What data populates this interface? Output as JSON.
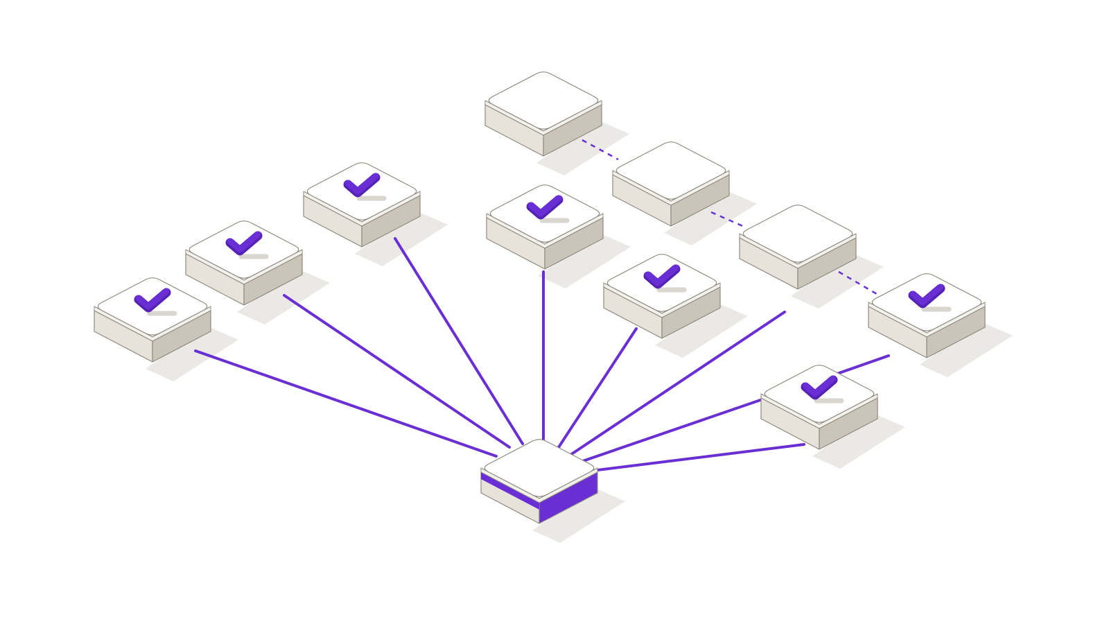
{
  "colors": {
    "background": "#ffffff",
    "accent": "#6a2fd4",
    "accent_dark": "#5422b5",
    "tile_top": "#ffffff",
    "tile_lip": "#f3f1ec",
    "tile_side_light": "#e7e3da",
    "tile_side_dark": "#cbc5b9",
    "tile_outline": "#8f8a80",
    "shadow": "#e9e7e3"
  },
  "hub": {
    "name": "hub-node",
    "accent_base": true
  },
  "nodes": [
    {
      "id": "node-left-1",
      "checked": true,
      "link": "solid"
    },
    {
      "id": "node-left-2",
      "checked": true,
      "link": "solid"
    },
    {
      "id": "node-left-3",
      "checked": true,
      "link": "solid"
    },
    {
      "id": "node-center",
      "checked": true,
      "link": "solid"
    },
    {
      "id": "node-center-right",
      "checked": true,
      "link": "solid"
    },
    {
      "id": "node-lower-right",
      "checked": true,
      "link": "solid"
    },
    {
      "id": "node-far-right",
      "checked": true,
      "link": "dashed"
    },
    {
      "id": "node-chain-1",
      "checked": false,
      "link": "dashed"
    },
    {
      "id": "node-chain-2",
      "checked": false,
      "link": "dashed"
    },
    {
      "id": "node-chain-3",
      "checked": false,
      "link": "dashed"
    }
  ],
  "icons": {
    "check": "checkmark-icon"
  }
}
